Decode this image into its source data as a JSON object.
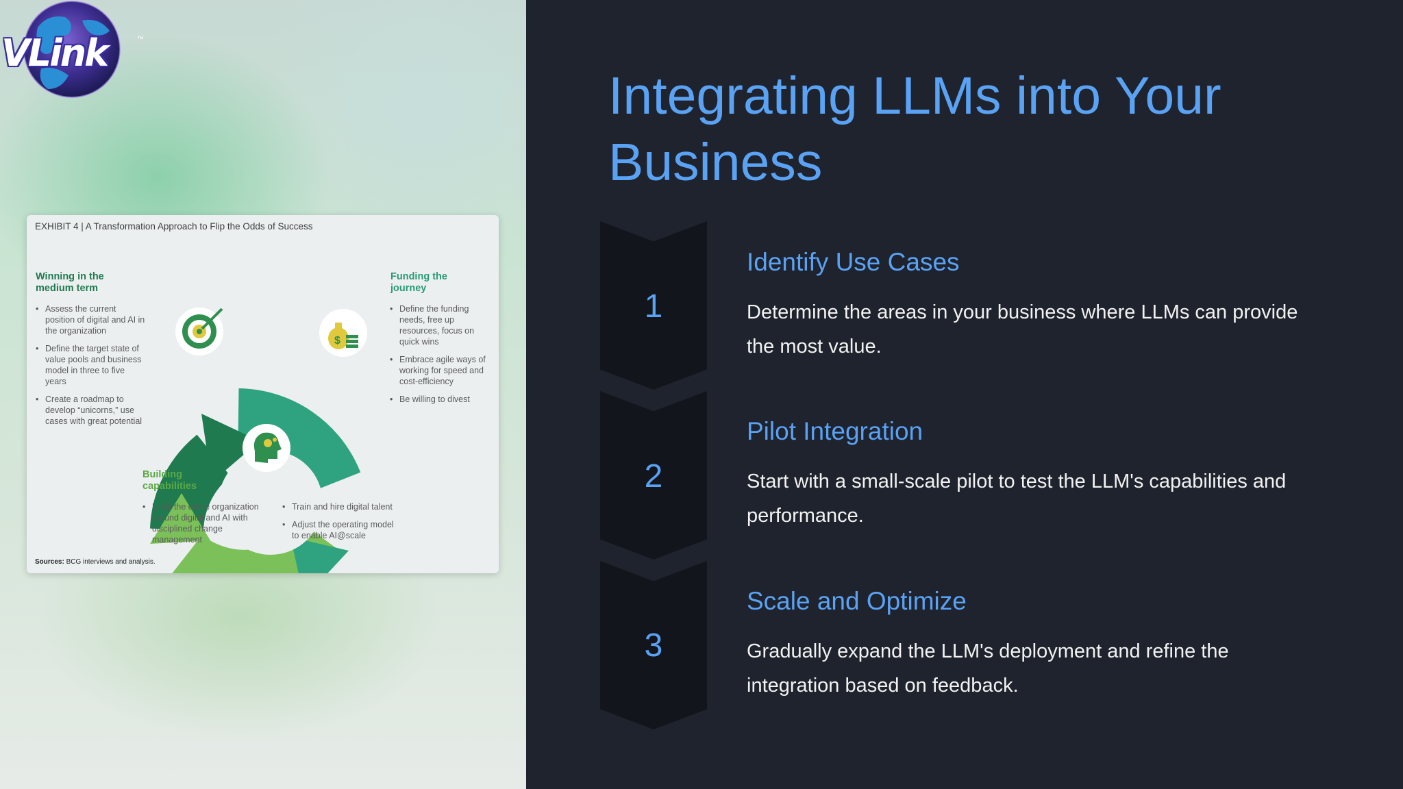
{
  "logo": {
    "text": "VLink",
    "trademark": "™"
  },
  "exhibit": {
    "title": "EXHIBIT 4 | A Transformation Approach to Flip the Odds of Success",
    "winning": {
      "heading_1": "Winning in the",
      "heading_2": "medium term",
      "bullets": [
        "Assess the current position of digital and AI in the organization",
        "Define the target state of value pools and business model in three to five years",
        "Create a roadmap to develop “unicorns,” use cases with great potential"
      ]
    },
    "funding": {
      "heading_1": "Funding the",
      "heading_2": "journey",
      "bullets": [
        "Define the funding needs, free up resources, focus on quick wins",
        "Embrace agile ways of working for speed and cost-efficiency",
        "Be willing to divest"
      ]
    },
    "building": {
      "heading_1": "Building",
      "heading_2": "capabilities",
      "bullets_left": [
        "Unify the entire organization around digital and AI with disciplined change management"
      ],
      "bullets_right": [
        "Train and hire digital talent",
        "Adjust the operating model to enable AI@scale"
      ]
    },
    "sources_label": "Sources:",
    "sources_text": " BCG interviews and analysis.",
    "colors": {
      "dark_green": "#1f7b4f",
      "teal": "#2fa37f",
      "light_green": "#7cc05a"
    },
    "icons": [
      "target-icon",
      "money-bag-icon",
      "head-gears-icon"
    ]
  },
  "slide": {
    "title": "Integrating LLMs into Your Business",
    "accent_color": "#5aa2f4",
    "steps": [
      {
        "number": "1",
        "title": "Identify Use Cases",
        "description": "Determine the areas in your business where LLMs can provide the most value."
      },
      {
        "number": "2",
        "title": "Pilot Integration",
        "description": "Start with a small-scale pilot to test the LLM's capabilities and performance."
      },
      {
        "number": "3",
        "title": "Scale and Optimize",
        "description": "Gradually expand the LLM's deployment and refine the integration based on feedback."
      }
    ]
  }
}
